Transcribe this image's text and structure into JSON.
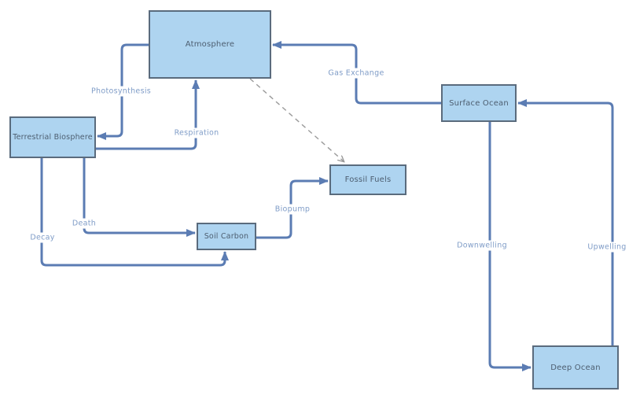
{
  "diagram": {
    "nodes": [
      {
        "id": "atmosphere",
        "label": "Atmosphere"
      },
      {
        "id": "terrestrial-biosphere",
        "label": "Terrestrial Biosphere"
      },
      {
        "id": "surface-ocean",
        "label": "Surface Ocean"
      },
      {
        "id": "fossil-fuels",
        "label": "Fossil Fuels"
      },
      {
        "id": "soil-carbon",
        "label": "Soil Carbon"
      },
      {
        "id": "deep-ocean",
        "label": "Deep Ocean"
      }
    ],
    "edges": [
      {
        "label": "Photosynthesis",
        "from": "Atmosphere",
        "to": "Terrestrial Biosphere",
        "style": "solid"
      },
      {
        "label": "Respiration",
        "from": "Terrestrial Biosphere",
        "to": "Atmosphere",
        "style": "solid"
      },
      {
        "label": "Gas Exchange",
        "from": "Surface Ocean",
        "to": "Atmosphere",
        "style": "solid"
      },
      {
        "label": "Death",
        "from": "Terrestrial Biosphere",
        "to": "Soil Carbon",
        "style": "solid"
      },
      {
        "label": "Decay",
        "from": "Terrestrial Biosphere",
        "to": "Soil Carbon",
        "style": "solid"
      },
      {
        "label": "Biopump",
        "from": "Soil Carbon",
        "to": "Fossil Fuels",
        "style": "solid"
      },
      {
        "label": "Downwelling",
        "from": "Surface Ocean",
        "to": "Deep Ocean",
        "style": "solid"
      },
      {
        "label": "Upwelling",
        "from": "Deep Ocean",
        "to": "Surface Ocean",
        "style": "solid"
      },
      {
        "label": "",
        "from": "Atmosphere",
        "to": "Fossil Fuels",
        "style": "dashed"
      }
    ],
    "colors": {
      "node_fill": "#aed4f0",
      "node_border": "#5a6b7d",
      "node_text": "#4d5e70",
      "connector": "#5b7cb3",
      "edge_label_text": "#7f9cc7",
      "dashed": "#9a9a9a",
      "canvas_bg": "#ffffff"
    }
  }
}
